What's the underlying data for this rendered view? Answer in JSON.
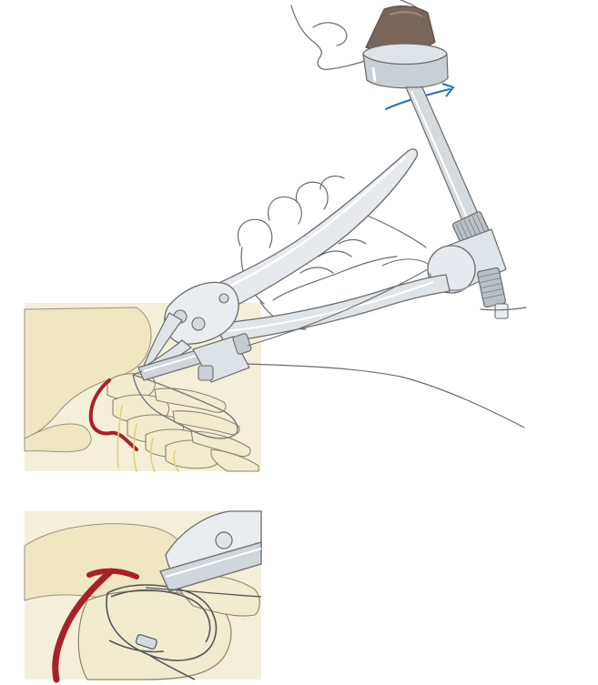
{
  "colors": {
    "background": "#ffffff",
    "outline": "#6b6b6b",
    "steel_light": "#e9edf0",
    "steel_mid": "#c4cbd1",
    "steel_dark": "#9aa3ab",
    "bone": "#f2ecce",
    "bone_shade": "#e3d9ab",
    "panel_bg": "#f4efd9",
    "artery": "#a8202a",
    "nerve": "#e8dc8a",
    "handle_brown": "#7a655a",
    "rotation_arrow": "#2a6fb5"
  },
  "figure": {
    "instrument": "wire-tightening-pliers",
    "inset_top": "cervical-spine-lateral-view",
    "inset_bottom": "wire-loop-closeup"
  }
}
